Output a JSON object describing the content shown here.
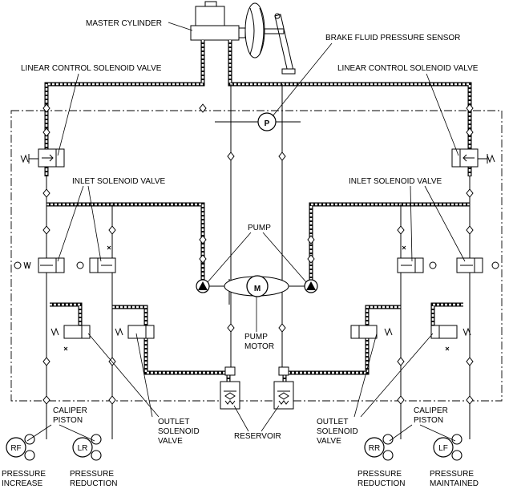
{
  "labels": {
    "master_cylinder": "MASTER CYLINDER",
    "pressure_sensor": "BRAKE FLUID PRESSURE SENSOR",
    "linear_left": "LINEAR CONTROL SOLENOID VALVE",
    "linear_right": "LINEAR CONTROL SOLENOID VALVE",
    "inlet_left": "INLET SOLENOID VALVE",
    "inlet_right": "INLET SOLENOID VALVE",
    "pump": "PUMP",
    "motor_symbol": "M",
    "pump_motor_1": "PUMP",
    "pump_motor_2": "MOTOR",
    "sensor_symbol": "P",
    "caliper_left_1": "CALIPER",
    "caliper_left_2": "PISTON",
    "caliper_right_1": "CALIPER",
    "caliper_right_2": "PISTON",
    "outlet_left_1": "OUTLET",
    "outlet_left_2": "SOLENOID",
    "outlet_left_3": "VALVE",
    "outlet_right_1": "OUTLET",
    "outlet_right_2": "SOLENOID",
    "outlet_right_3": "VALVE",
    "reservoir": "RESERVOIR",
    "wheel_rf": "RF",
    "wheel_lr": "LR",
    "wheel_rr": "RR",
    "wheel_lf": "LF",
    "state_rf_1": "PRESSURE",
    "state_rf_2": "INCREASE",
    "state_lr_1": "PRESSURE",
    "state_lr_2": "REDUCTION",
    "state_rr_1": "PRESSURE",
    "state_rr_2": "REDUCTION",
    "state_lf_1": "PRESSURE",
    "state_lf_2": "MAINTAINED"
  }
}
